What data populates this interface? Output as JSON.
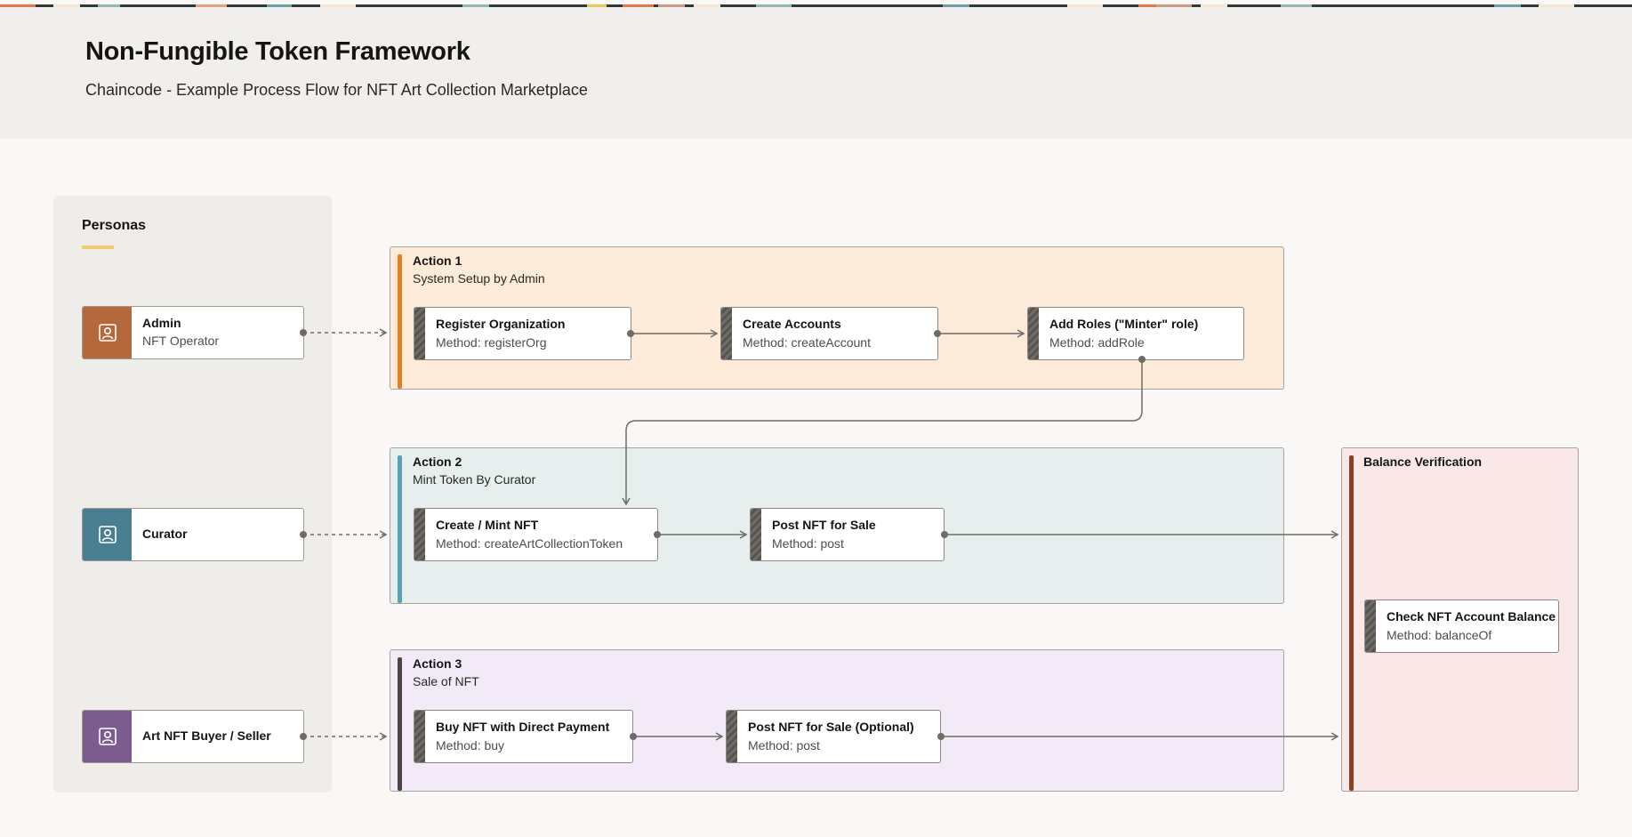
{
  "header": {
    "title": "Non-Fungible Token Framework",
    "subtitle": "Chaincode - Example Process Flow for NFT Art Collection Marketplace"
  },
  "personas": {
    "title": "Personas",
    "items": [
      {
        "name": "Admin",
        "role": "NFT Operator",
        "color": "#b5683b",
        "icon": "persona-icon"
      },
      {
        "name": "Curator",
        "role": "",
        "color": "#4a7f91",
        "icon": "persona-icon"
      },
      {
        "name": "Art NFT Buyer / Seller",
        "role": "",
        "color": "#7c5b8e",
        "icon": "persona-icon"
      }
    ]
  },
  "actions": [
    {
      "label": "Action 1",
      "subtitle": "System Setup by Admin",
      "bg": "#fcebd9",
      "bar": "#e0801f",
      "steps": [
        {
          "title": "Register Organization",
          "method": "Method: registerOrg"
        },
        {
          "title": "Create Accounts",
          "method": "Method: createAccount"
        },
        {
          "title": "Add Roles (\"Minter\" role)",
          "method": "Method: addRole"
        }
      ]
    },
    {
      "label": "Action 2",
      "subtitle": "Mint Token By Curator",
      "bg": "#e6efed",
      "bar": "#5a9fb8",
      "steps": [
        {
          "title": "Create / Mint NFT",
          "method": "Method: createArtCollectionToken"
        },
        {
          "title": "Post NFT for Sale",
          "method": "Method: post"
        }
      ]
    },
    {
      "label": "Action 3",
      "subtitle": "Sale of NFT",
      "bg": "#f2eaf6",
      "bar": "#4e4542",
      "steps": [
        {
          "title": "Buy NFT with Direct Payment",
          "method": "Method: buy"
        },
        {
          "title": "Post NFT for Sale (Optional)",
          "method": "Method: post"
        }
      ]
    }
  ],
  "verification": {
    "label": "Balance Verification",
    "bg": "#fae8e8",
    "bar": "#8a3f26",
    "step": {
      "title": "Check NFT Account Balance",
      "method": "Method: balanceOf"
    }
  }
}
